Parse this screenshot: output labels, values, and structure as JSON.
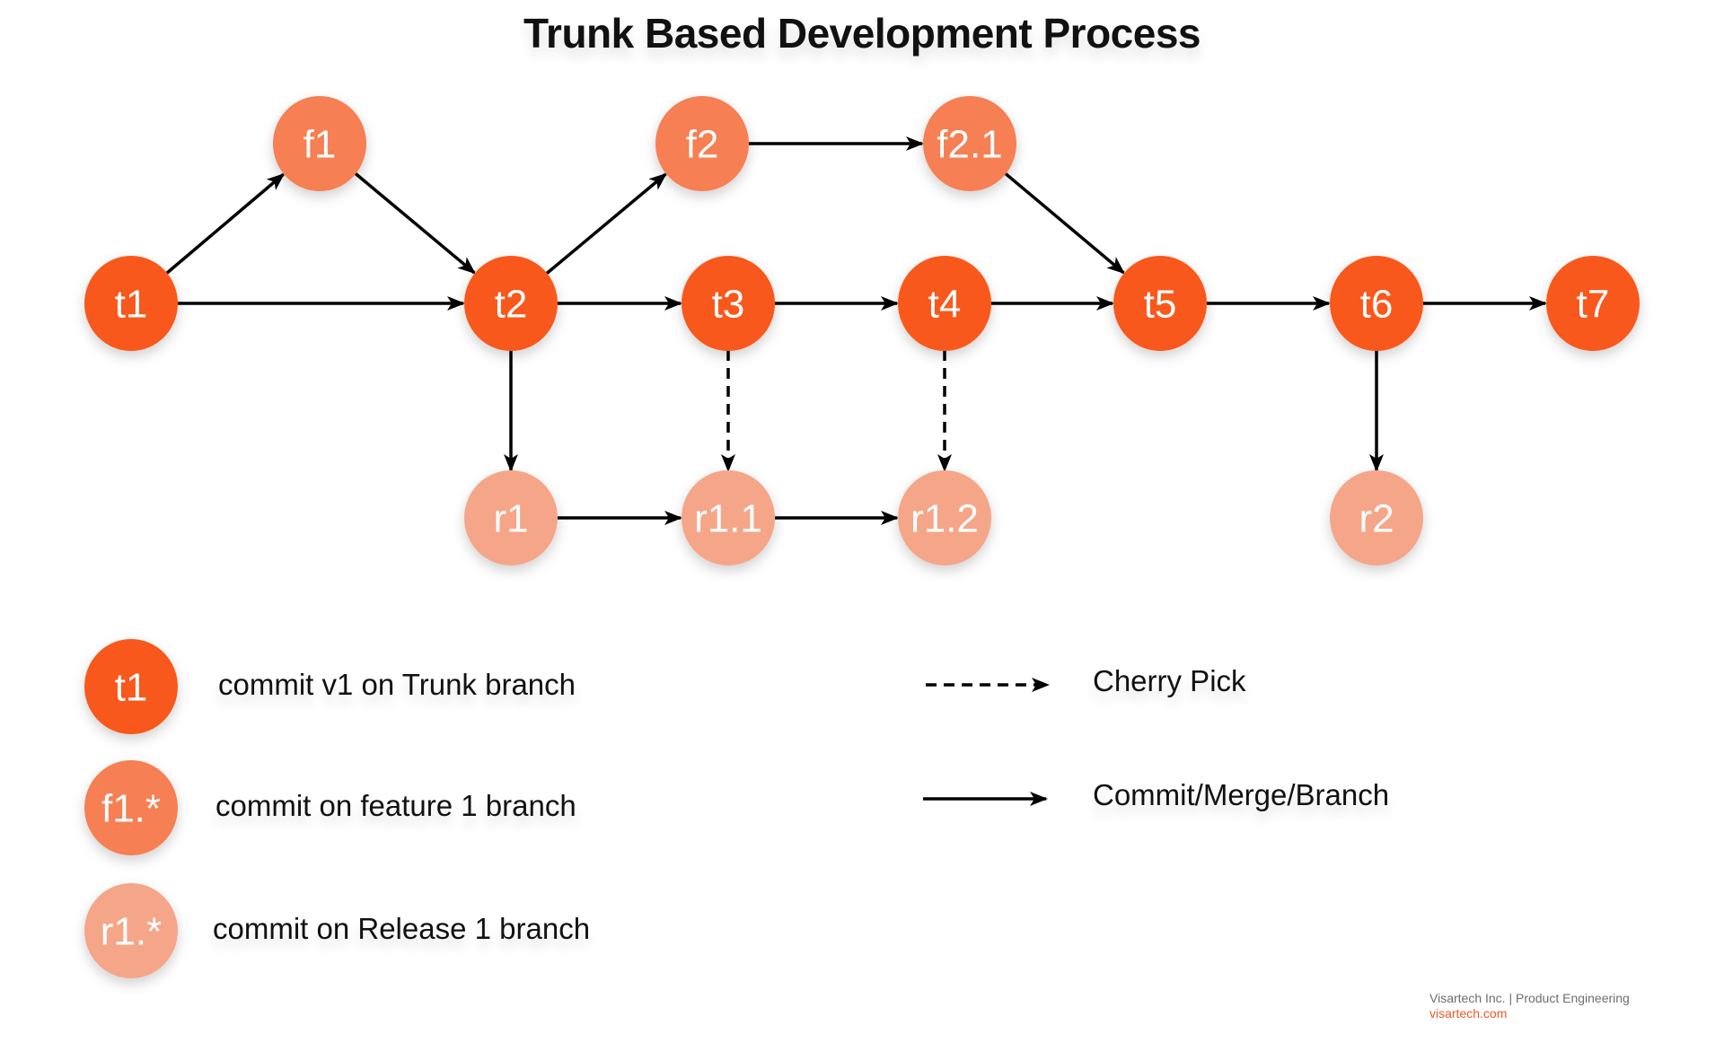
{
  "title": "Trunk Based Development Process",
  "colors": {
    "trunk": "#F9581A",
    "feature": "#F67F52",
    "release": "#F5A689",
    "edge": "#000000",
    "footer_link": "#F05A22"
  },
  "nodes": [
    {
      "id": "t1",
      "label": "t1",
      "type": "trunk"
    },
    {
      "id": "f1",
      "label": "f1",
      "type": "feature"
    },
    {
      "id": "t2",
      "label": "t2",
      "type": "trunk"
    },
    {
      "id": "f2",
      "label": "f2",
      "type": "feature"
    },
    {
      "id": "f2.1",
      "label": "f2.1",
      "type": "feature"
    },
    {
      "id": "t3",
      "label": "t3",
      "type": "trunk"
    },
    {
      "id": "t4",
      "label": "t4",
      "type": "trunk"
    },
    {
      "id": "t5",
      "label": "t5",
      "type": "trunk"
    },
    {
      "id": "t6",
      "label": "t6",
      "type": "trunk"
    },
    {
      "id": "t7",
      "label": "t7",
      "type": "trunk"
    },
    {
      "id": "r1",
      "label": "r1",
      "type": "release"
    },
    {
      "id": "r1.1",
      "label": "r1.1",
      "type": "release"
    },
    {
      "id": "r1.2",
      "label": "r1.2",
      "type": "release"
    },
    {
      "id": "r2",
      "label": "r2",
      "type": "release"
    }
  ],
  "edges": [
    {
      "from": "t1",
      "to": "f1",
      "style": "solid"
    },
    {
      "from": "t1",
      "to": "t2",
      "style": "solid"
    },
    {
      "from": "f1",
      "to": "t2",
      "style": "solid"
    },
    {
      "from": "t2",
      "to": "f2",
      "style": "solid"
    },
    {
      "from": "f2",
      "to": "f2.1",
      "style": "solid"
    },
    {
      "from": "f2.1",
      "to": "t5",
      "style": "solid"
    },
    {
      "from": "t2",
      "to": "t3",
      "style": "solid"
    },
    {
      "from": "t3",
      "to": "t4",
      "style": "solid"
    },
    {
      "from": "t4",
      "to": "t5",
      "style": "solid"
    },
    {
      "from": "t5",
      "to": "t6",
      "style": "solid"
    },
    {
      "from": "t6",
      "to": "t7",
      "style": "solid"
    },
    {
      "from": "t2",
      "to": "r1",
      "style": "solid"
    },
    {
      "from": "t3",
      "to": "r1.1",
      "style": "dashed"
    },
    {
      "from": "t4",
      "to": "r1.2",
      "style": "dashed"
    },
    {
      "from": "r1",
      "to": "r1.1",
      "style": "solid"
    },
    {
      "from": "r1.1",
      "to": "r1.2",
      "style": "solid"
    },
    {
      "from": "t6",
      "to": "r2",
      "style": "solid"
    }
  ],
  "legend": {
    "nodes": [
      {
        "label": "t1",
        "type": "trunk",
        "text": "commit v1 on Trunk branch"
      },
      {
        "label": "f1.*",
        "type": "feature",
        "text": "commit on feature 1 branch"
      },
      {
        "label": "r1.*",
        "type": "release",
        "text": "commit on Release 1 branch"
      }
    ],
    "edges": [
      {
        "style": "dashed",
        "text": "Cherry Pick"
      },
      {
        "style": "solid",
        "text": "Commit/Merge/Branch"
      }
    ]
  },
  "footer": {
    "company": "Visartech Inc. | Product Engineering",
    "site": "visartech.com"
  }
}
